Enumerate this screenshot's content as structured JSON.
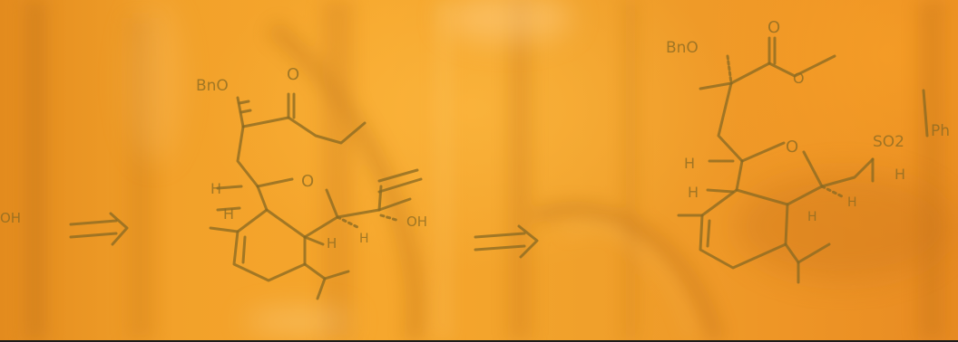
{
  "banner": {
    "background_color": "#f0a02b",
    "ink_color": "#8a6a22",
    "scheme": {
      "fragment_left": "OH",
      "arrow_1": "=>",
      "molecule_1": {
        "label_protecting_group": "BnO",
        "label_carbonyl_o": "O",
        "label_ring_o": "O",
        "label_h_1": "H",
        "label_h_2": "H",
        "label_h_3": "H",
        "label_h_4": "H",
        "label_hydroxyl": "OH"
      },
      "arrow_2": "=>",
      "molecule_2": {
        "label_protecting_group": "BnO",
        "label_carbonyl_o": "O",
        "label_ester_o": "O",
        "label_ring_o": "O",
        "label_sulfonyl": "SO2",
        "label_phenyl_partial": "Ph",
        "label_h_1": "H",
        "label_h_2": "H",
        "label_h_3": "H",
        "label_h_4": "H",
        "label_h_5": "H"
      }
    }
  }
}
